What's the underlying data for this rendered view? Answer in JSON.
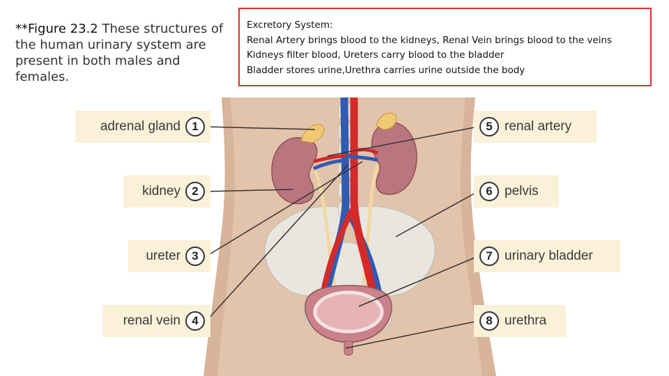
{
  "caption": {
    "prefix": "**Figure 23.2",
    "text": " These structures of the human urinary system are present in both males and females."
  },
  "notes": {
    "lines": [
      "Excretory System:",
      "Renal Artery brings blood to the kidneys, Renal Vein brings blood to the veins",
      "Kidneys filter blood, Ureters carry blood to the bladder",
      "Bladder stores urine,Urethra carries urine outside the body"
    ],
    "border_color": "#d9312b"
  },
  "labels": [
    {
      "num": "1",
      "text": "adrenal gland"
    },
    {
      "num": "2",
      "text": "kidney"
    },
    {
      "num": "3",
      "text": "ureter"
    },
    {
      "num": "4",
      "text": "renal vein"
    },
    {
      "num": "5",
      "text": "renal artery"
    },
    {
      "num": "6",
      "text": "pelvis"
    },
    {
      "num": "7",
      "text": "urinary bladder"
    },
    {
      "num": "8",
      "text": "urethra"
    }
  ],
  "colors": {
    "label_bg": "#fbf0d8",
    "body": "#d8b49a",
    "kidney": "#b9767e",
    "artery": "#d42a2a",
    "vein": "#2f5bb3",
    "bone": "#e9e6df",
    "ureter": "#f2d7a2",
    "bladder": "#c9828a"
  }
}
